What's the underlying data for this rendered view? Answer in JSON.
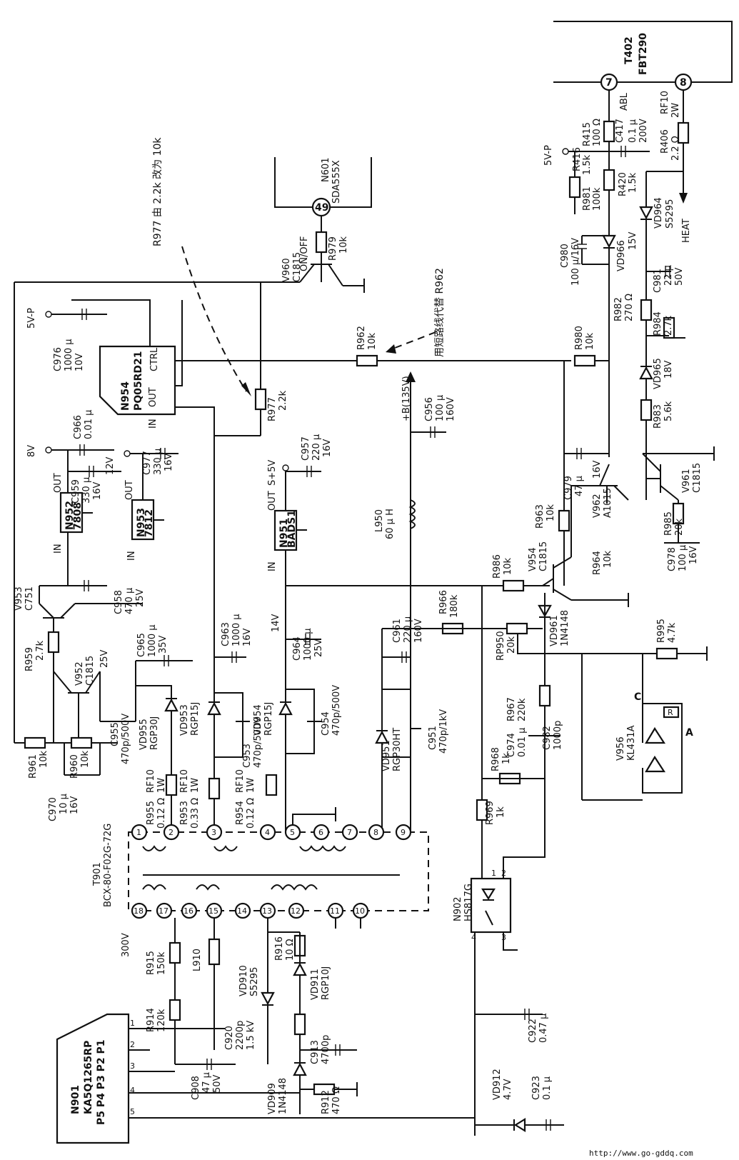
{
  "notes": {
    "r977_change": "R977 由 2.2k 改为 10k",
    "r962_short": "用短路线代替 R962"
  },
  "watermark": "http://www.go-gddq.com",
  "ics": {
    "n901": {
      "ref": "N901",
      "part": "KA5Q1265RP",
      "pins_top": "P5  P4  P3  P2  P1"
    },
    "n954": {
      "ref": "N954",
      "part": "PQ05RD21",
      "ctrl": "CTRL",
      "out": "OUT",
      "in": "IN"
    },
    "n952": {
      "ref": "N952",
      "part": "7808",
      "out": "OUT",
      "in": "IN"
    },
    "n953": {
      "ref": "N953",
      "part": "7812",
      "out": "OUT",
      "in": "IN"
    },
    "n951": {
      "ref": "N951",
      "part": "BADS1",
      "out": "OUT",
      "in": "IN"
    },
    "n601": {
      "ref": "N601",
      "part": "SDA555X",
      "pin": "49"
    },
    "n902": {
      "ref": "N902",
      "part": "HS817G"
    },
    "t402": {
      "ref": "T402",
      "part": "FBT290",
      "pin7": "7",
      "pin8": "8",
      "abl": "ABL"
    },
    "t901": {
      "ref": "T901",
      "part": "BCX-80-F02G-72G"
    },
    "v956": {
      "ref": "V956",
      "part": "KL431A",
      "pin_c": "C",
      "pin_r": "R",
      "pin_a": "A"
    }
  },
  "rails": {
    "v5p_left": "5V-P",
    "v5p_right": "5V-P",
    "v8": "8V",
    "v12": "12V",
    "s5v": "S+5V",
    "b135": "+B(135V)",
    "v25": "25V",
    "v14": "14V",
    "v300": "300V",
    "heat": "HEAT",
    "onoff": "ON/OFF"
  },
  "transistors": {
    "v960": {
      "ref": "V960",
      "part": "C1815"
    },
    "v953": {
      "ref": "V953",
      "part": "C751"
    },
    "v952": {
      "ref": "V952",
      "part": "C1815"
    },
    "v954": {
      "ref": "V954",
      "part": "C1815"
    },
    "v962": {
      "ref": "V962",
      "part": "A1015"
    },
    "v961": {
      "ref": "V961",
      "part": "C1815"
    }
  },
  "resistors": {
    "r979": {
      "ref": "R979",
      "val": "10k"
    },
    "r977": {
      "ref": "R977",
      "val": "2.2k"
    },
    "r962": {
      "ref": "R962",
      "val": "10k"
    },
    "r980": {
      "ref": "R980",
      "val": "10k"
    },
    "r959": {
      "ref": "R959",
      "val": "2.7k"
    },
    "r961": {
      "ref": "R961",
      "val": "10k"
    },
    "r960": {
      "ref": "R960",
      "val": "10k"
    },
    "r955": {
      "ref": "R955",
      "val": "0.12 Ω",
      "type": "RF10",
      "power": "1W"
    },
    "r953": {
      "ref": "R953",
      "val": "0.33 Ω",
      "type": "RF10",
      "power": "1W"
    },
    "r954": {
      "ref": "R954",
      "val": "0.12 Ω",
      "type": "RF10",
      "power": "1W"
    },
    "r966": {
      "ref": "R966",
      "val": "180k"
    },
    "r986": {
      "ref": "R986",
      "val": "10k"
    },
    "r963": {
      "ref": "R963",
      "val": "10k"
    },
    "r964": {
      "ref": "R964",
      "val": "10k"
    },
    "r985": {
      "ref": "R985",
      "val": "20k"
    },
    "r983": {
      "ref": "R983",
      "val": "5.6k"
    },
    "r984": {
      "ref": "R984",
      "val": "2.7k"
    },
    "r982": {
      "ref": "R982",
      "val": "270 Ω"
    },
    "r981": {
      "ref": "R981",
      "val": "100k"
    },
    "r416": {
      "ref": "R416",
      "val": "1.5k"
    },
    "r420": {
      "ref": "R420",
      "val": "1.5k"
    },
    "r415": {
      "ref": "R415",
      "val": "100 Ω"
    },
    "r406": {
      "ref": "R406",
      "val": "2.2 Ω",
      "type": "RF10",
      "power": "2W"
    },
    "r995": {
      "ref": "R995",
      "val": "4.7k"
    },
    "r967": {
      "ref": "R967",
      "val": "220k"
    },
    "rp950": {
      "ref": "RP950",
      "val": "20k"
    },
    "r968": {
      "ref": "R968",
      "val": "1k"
    },
    "r969": {
      "ref": "R969",
      "val": "1k"
    },
    "r915": {
      "ref": "R915",
      "val": "150k"
    },
    "r914": {
      "ref": "R914",
      "val": "120k"
    },
    "r916": {
      "ref": "R916",
      "val": "10 Ω"
    },
    "r912": {
      "ref": "R912",
      "val": "470 Ω"
    }
  },
  "capacitors": {
    "c976": {
      "ref": "C976",
      "val": "1000 μ",
      "volt": "10V"
    },
    "c966": {
      "ref": "C966",
      "val": "0.01 μ"
    },
    "c977": {
      "ref": "C977",
      "val": "330 μ",
      "volt": "16V"
    },
    "c959": {
      "ref": "C959",
      "val": "330 μ",
      "volt": "16V"
    },
    "c958": {
      "ref": "C958",
      "val": "470 μ",
      "volt": "25V"
    },
    "c957": {
      "ref": "C957",
      "val": "220 μ",
      "volt": "16V"
    },
    "c956": {
      "ref": "C956",
      "val": "100 μ",
      "volt": "160V"
    },
    "c965": {
      "ref": "C965",
      "val": "1000 μ",
      "volt": "35V"
    },
    "c963": {
      "ref": "C963",
      "val": "1000 μ",
      "volt": "16V"
    },
    "c964": {
      "ref": "C964",
      "val": "1000 μ",
      "volt": "25V"
    },
    "c961": {
      "ref": "C961",
      "val": "220 μ",
      "volt": "160V"
    },
    "c955": {
      "ref": "C955",
      "val": "470p/500V"
    },
    "c953": {
      "ref": "C953",
      "val": "470p/500V"
    },
    "c954": {
      "ref": "C954",
      "val": "470p/500V"
    },
    "c951": {
      "ref": "C951",
      "val": "470p/1kV"
    },
    "c970": {
      "ref": "C970",
      "val": "10 μ",
      "volt": "16V"
    },
    "c979": {
      "ref": "C979",
      "val": "47 μ",
      "volt": "16V"
    },
    "c978": {
      "ref": "C978",
      "val": "100 μ",
      "volt": "16V"
    },
    "c980": {
      "ref": "C980",
      "val": "100 μ/16V"
    },
    "c981": {
      "ref": "C981",
      "val": "22 μ",
      "volt": "50V"
    },
    "c417": {
      "ref": "C417",
      "val": "0.1 μ",
      "volt": "200V"
    },
    "c974": {
      "ref": "C974",
      "val": "0.01 μ"
    },
    "c982": {
      "ref": "C982",
      "val": "1000p"
    },
    "c922": {
      "ref": "C922",
      "val": "0.47 μ"
    },
    "c923": {
      "ref": "C923",
      "val": "0.1 μ"
    },
    "c920": {
      "ref": "C920",
      "val": "2200p",
      "volt": "1.5 kV"
    },
    "c908": {
      "ref": "C908",
      "val": "47 μ",
      "volt": "50V"
    },
    "c913": {
      "ref": "C913",
      "val": "4700p"
    }
  },
  "diodes": {
    "vd955": {
      "ref": "VD955",
      "part": "RGP30J"
    },
    "vd953": {
      "ref": "VD953",
      "part": "RGP15J"
    },
    "vd954": {
      "ref": "VD954",
      "part": "RGP15J"
    },
    "vd951": {
      "ref": "VD951",
      "part": "RGP30HT"
    },
    "vd961": {
      "ref": "VD961",
      "part": "1N4148"
    },
    "vd964": {
      "ref": "VD964",
      "part": "S5295"
    },
    "vd965": {
      "ref": "VD965",
      "part": "18V"
    },
    "vd966": {
      "ref": "VD966",
      "part": "15V"
    },
    "vd910": {
      "ref": "VD910",
      "part": "S5295"
    },
    "vd911": {
      "ref": "VD911",
      "part": "RGP10J"
    },
    "vd909": {
      "ref": "VD909",
      "part": "1N4148"
    },
    "vd912": {
      "ref": "VD912",
      "part": "4.7V"
    }
  },
  "inductors": {
    "l950": {
      "ref": "L950",
      "val": "60 μ H"
    },
    "l910": {
      "ref": "L910"
    }
  },
  "pins": {
    "t901": [
      "1",
      "2",
      "3",
      "4",
      "5",
      "6",
      "7",
      "8",
      "9",
      "10",
      "11",
      "12",
      "13",
      "14",
      "15",
      "16",
      "17",
      "18"
    ],
    "n901": [
      "1",
      "2",
      "3",
      "4",
      "5"
    ],
    "n902": [
      "1",
      "2",
      "3",
      "4"
    ]
  }
}
